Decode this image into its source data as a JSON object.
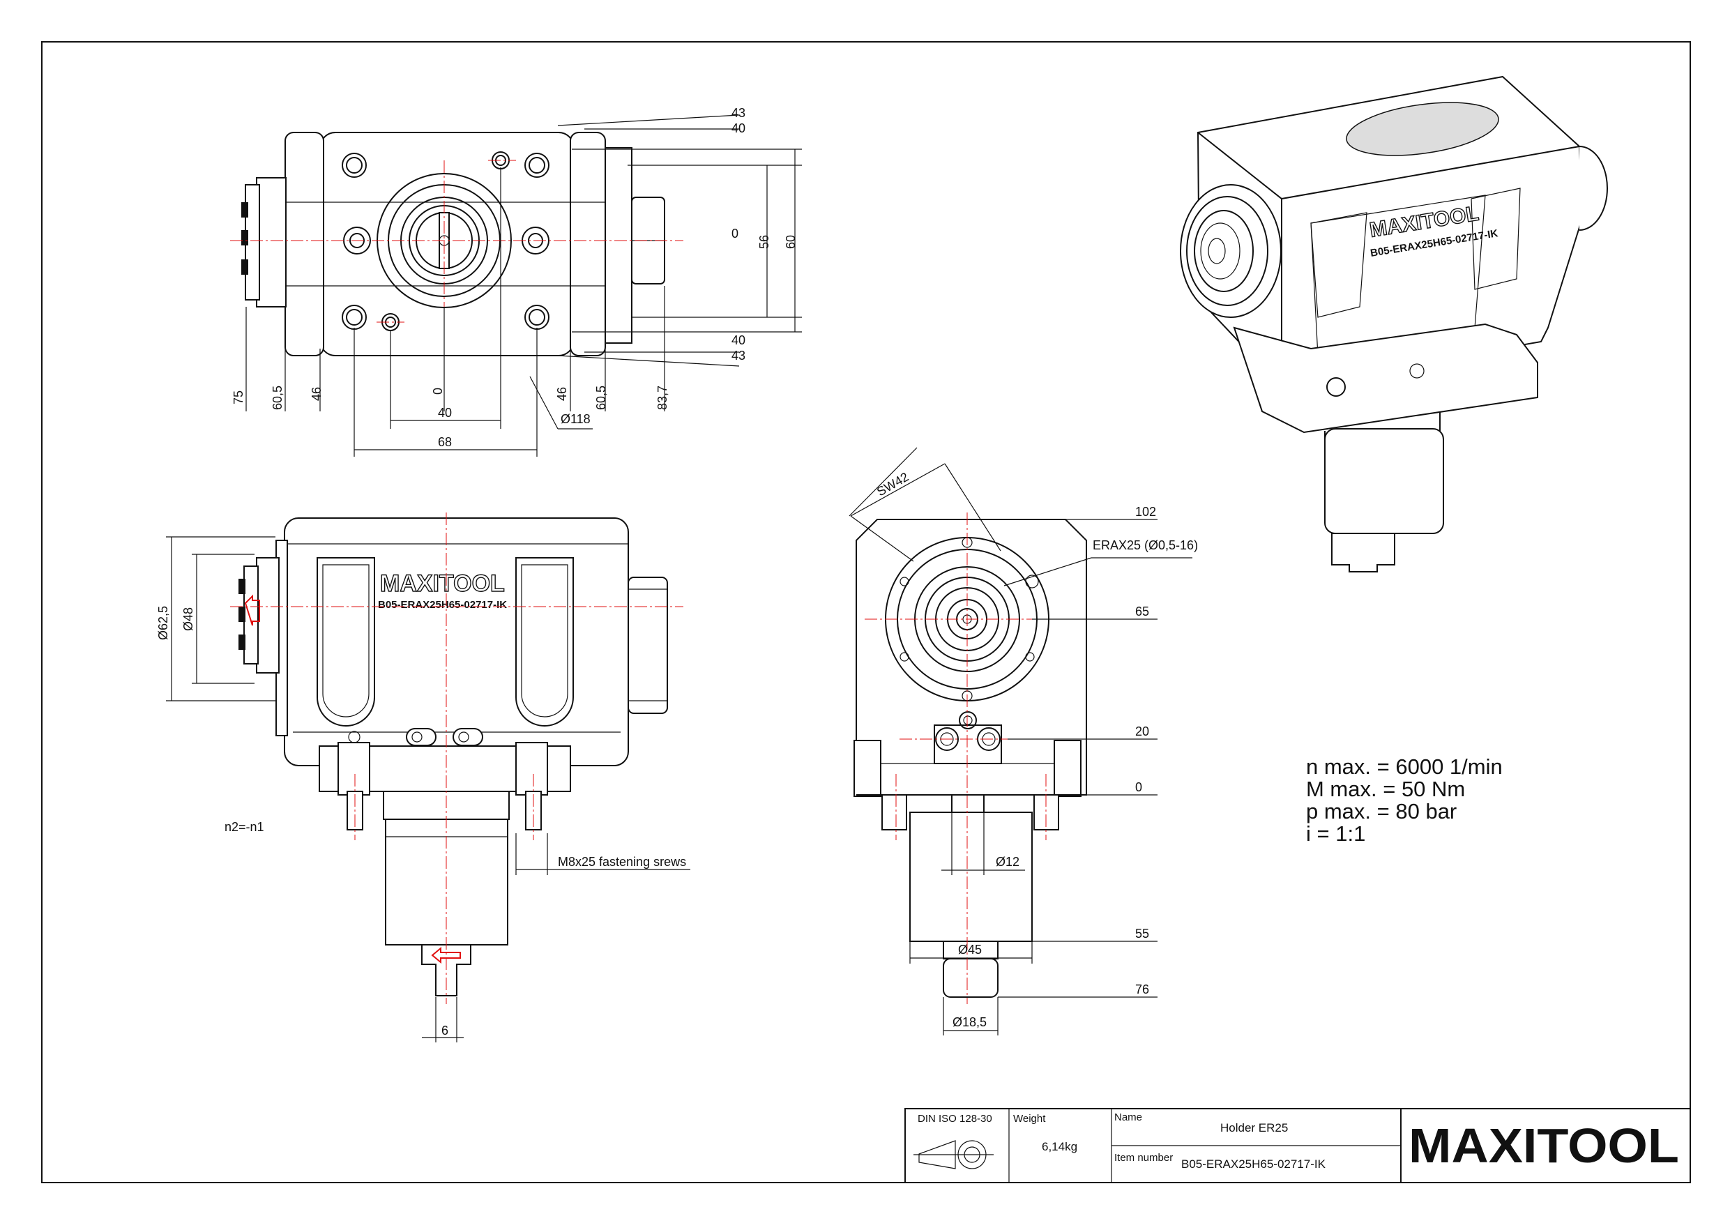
{
  "views": {
    "top": {
      "dims_right": [
        "43",
        "40",
        "0",
        "56",
        "60",
        "40",
        "43"
      ],
      "dims_bottom": [
        "75",
        "60,5",
        "46",
        "0",
        "46",
        "60,5",
        "83,7"
      ],
      "dims_horizontal": [
        "40",
        "68"
      ],
      "diameter": "Ø118"
    },
    "side": {
      "dims_left": [
        "Ø62,5",
        "Ø48"
      ],
      "engraving_brand": "MAXITOOL",
      "engraving_code": "B05-ERAX25H65-02717-IK",
      "rotation_note": "n2=-n1",
      "fastening_note": "M8x25 fastening srews",
      "tang_width": "6"
    },
    "front": {
      "wrench": "SW42",
      "collet": "ERAX25 (Ø0,5-16)",
      "levels": [
        "102",
        "65",
        "20",
        "0",
        "55",
        "76"
      ],
      "dia_shaft": "Ø12",
      "dia_body": "Ø45",
      "dia_tang": "Ø18,5"
    },
    "iso": {
      "engraving_brand": "MAXITOOL",
      "engraving_code": "B05-ERAX25H65-02717-IK"
    }
  },
  "specs": [
    "n max. = 6000 1/min",
    "M max. = 50 Nm",
    "p max. = 80 bar",
    "i = 1:1"
  ],
  "title_block": {
    "standard": "DIN ISO 128-30",
    "weight_label": "Weight",
    "weight_value": "6,14kg",
    "name_label": "Name",
    "name_value": "Holder ER25",
    "item_label": "Item number",
    "item_value": "B05-ERAX25H65-02717-IK",
    "logo": "MAXITOOL"
  },
  "colors": {
    "line": "#111111",
    "centerline": "#e01010",
    "background": "#ffffff"
  }
}
